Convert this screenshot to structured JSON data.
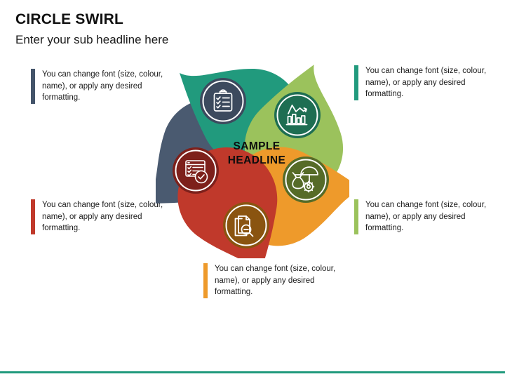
{
  "header": {
    "title": "CIRCLE SWIRL",
    "subtitle": "Enter your sub headline here"
  },
  "diagram": {
    "center_headline_line1": "SAMPLE",
    "center_headline_line2": "HEADLINE",
    "petals": [
      {
        "id": "petal-slate",
        "position": "top-left",
        "petal_color": "#4A5A70",
        "circle_color": "#3C4A5E",
        "icon": "clipboard-checklist-icon"
      },
      {
        "id": "petal-teal",
        "position": "top-right",
        "petal_color": "#219A7D",
        "circle_color": "#1E6E52",
        "icon": "bar-chart-trend-icon"
      },
      {
        "id": "petal-green",
        "position": "right",
        "petal_color": "#9BC25C",
        "circle_color": "#566B28",
        "icon": "money-bag-umbrella-gear-icon"
      },
      {
        "id": "petal-orange",
        "position": "bottom",
        "petal_color": "#EE9A2B",
        "circle_color": "#8A5410",
        "icon": "document-search-icon"
      },
      {
        "id": "petal-red",
        "position": "left",
        "petal_color": "#C0392B",
        "circle_color": "#7D201B",
        "icon": "form-approved-checkmark-icon"
      }
    ]
  },
  "callouts": [
    {
      "id": "callout-top-left",
      "bar_color": "#44546A",
      "text": "You can change font (size, colour, name), or apply any desired formatting."
    },
    {
      "id": "callout-top-right",
      "bar_color": "#219A7D",
      "text": "You can change font (size, colour, name), or apply any desired formatting."
    },
    {
      "id": "callout-bottom-left",
      "bar_color": "#C0392B",
      "text": "You can change font (size, colour, name), or apply any desired formatting."
    },
    {
      "id": "callout-bottom-right",
      "bar_color": "#9BC25C",
      "text": "You can change font (size, colour, name), or apply any desired formatting."
    },
    {
      "id": "callout-bottom-center",
      "bar_color": "#EE9A2B",
      "text": "You can change font (size, colour, name), or apply any desired formatting."
    }
  ],
  "footer": {
    "accent_color": "#219A7D"
  }
}
